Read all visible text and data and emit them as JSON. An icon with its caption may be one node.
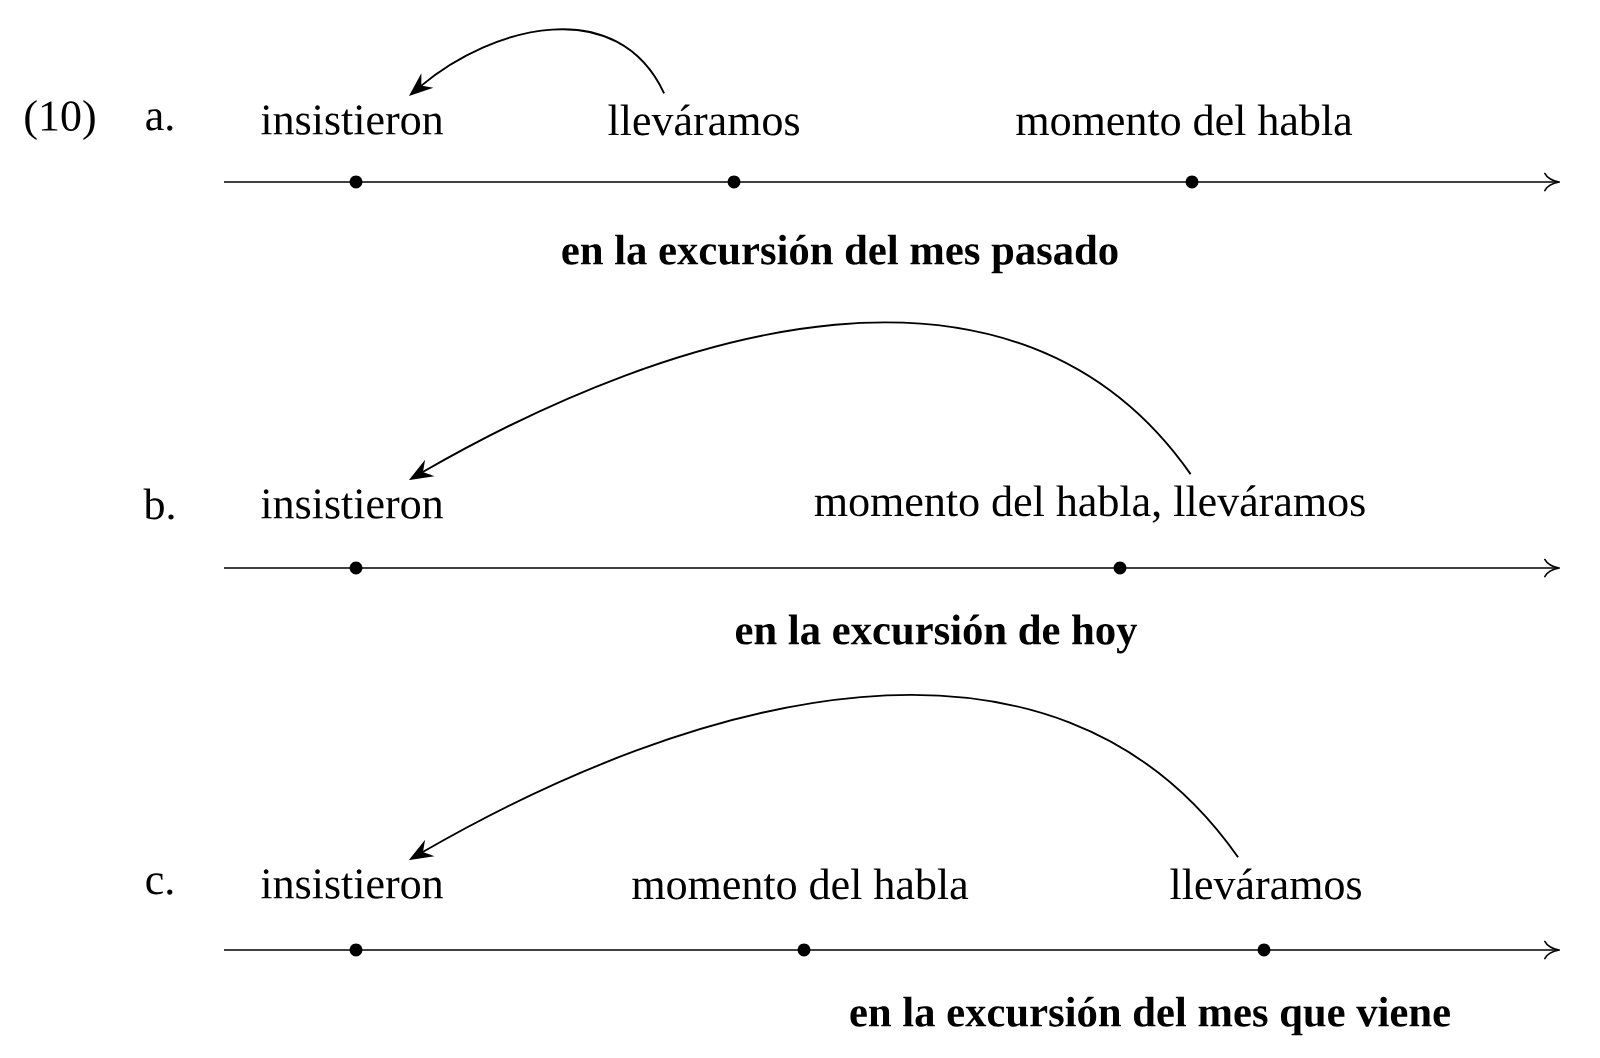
{
  "diagram": {
    "nodes": [
      {
        "text": [
          "insistieron"
        ]
      },
      {
        "text": [
          "lleváramos"
        ]
      },
      {
        "text": [
          "momento del habla"
        ]
      },
      {
        "text": [
          "insistieron"
        ]
      },
      {
        "text": [
          "momento del habla, lleváramos"
        ]
      },
      {
        "text": [
          "insistieron"
        ]
      },
      {
        "text": [
          "momento del habla"
        ]
      },
      {
        "text": [
          "lleváramos"
        ]
      }
    ],
    "edges": [
      {
        "from": 1,
        "to": 0,
        "arrow": "to"
      },
      {
        "from": 4,
        "to": 3,
        "arrow": "to"
      },
      {
        "from": 7,
        "to": 5,
        "arrow": "to"
      }
    ],
    "labels": [
      "(10)",
      "a.",
      "en la excursión del mes pasado",
      "b.",
      "en la excursión de hoy",
      "c.",
      "en la excursión del mes que viene"
    ]
  }
}
